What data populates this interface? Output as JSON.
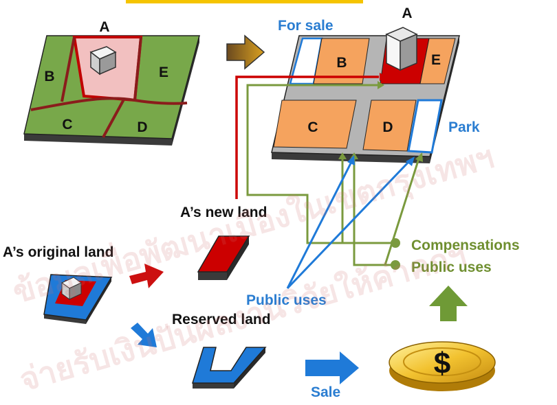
{
  "diagram": {
    "before_map": {
      "plots": {
        "a": "A",
        "b": "B",
        "c": "C",
        "d": "D",
        "e": "E"
      }
    },
    "after_map": {
      "plot_a_top": "A",
      "plots": {
        "b": "B",
        "c": "C",
        "d": "D",
        "e": "E"
      },
      "for_sale_label": "For sale",
      "park_label": "Park"
    },
    "labels": {
      "new_land": "A’s new land",
      "original_land": "A’s original land",
      "reserved_land": "Reserved land",
      "public_uses_blue": "Public uses",
      "sale": "Sale"
    },
    "legend": {
      "compensations": "Compensations",
      "public_uses": "Public uses"
    },
    "coin_symbol": "$",
    "watermark": {
      "line1": "ข้อมูลเพื่อพัฒนาเมืองในเขตกรุงเทพฯ",
      "line2": "จ่ายรับเงินปันผลงานวิจัยให้ค่าคกฯ"
    },
    "colors": {
      "grass": "#78a84a",
      "orange_plot": "#f5a35e",
      "red": "#cc0000",
      "blue": "#1f7ad8",
      "olive": "#7a9a3e",
      "label_blue": "#2a7dd1",
      "banner_yellow": "#f5c400"
    }
  }
}
